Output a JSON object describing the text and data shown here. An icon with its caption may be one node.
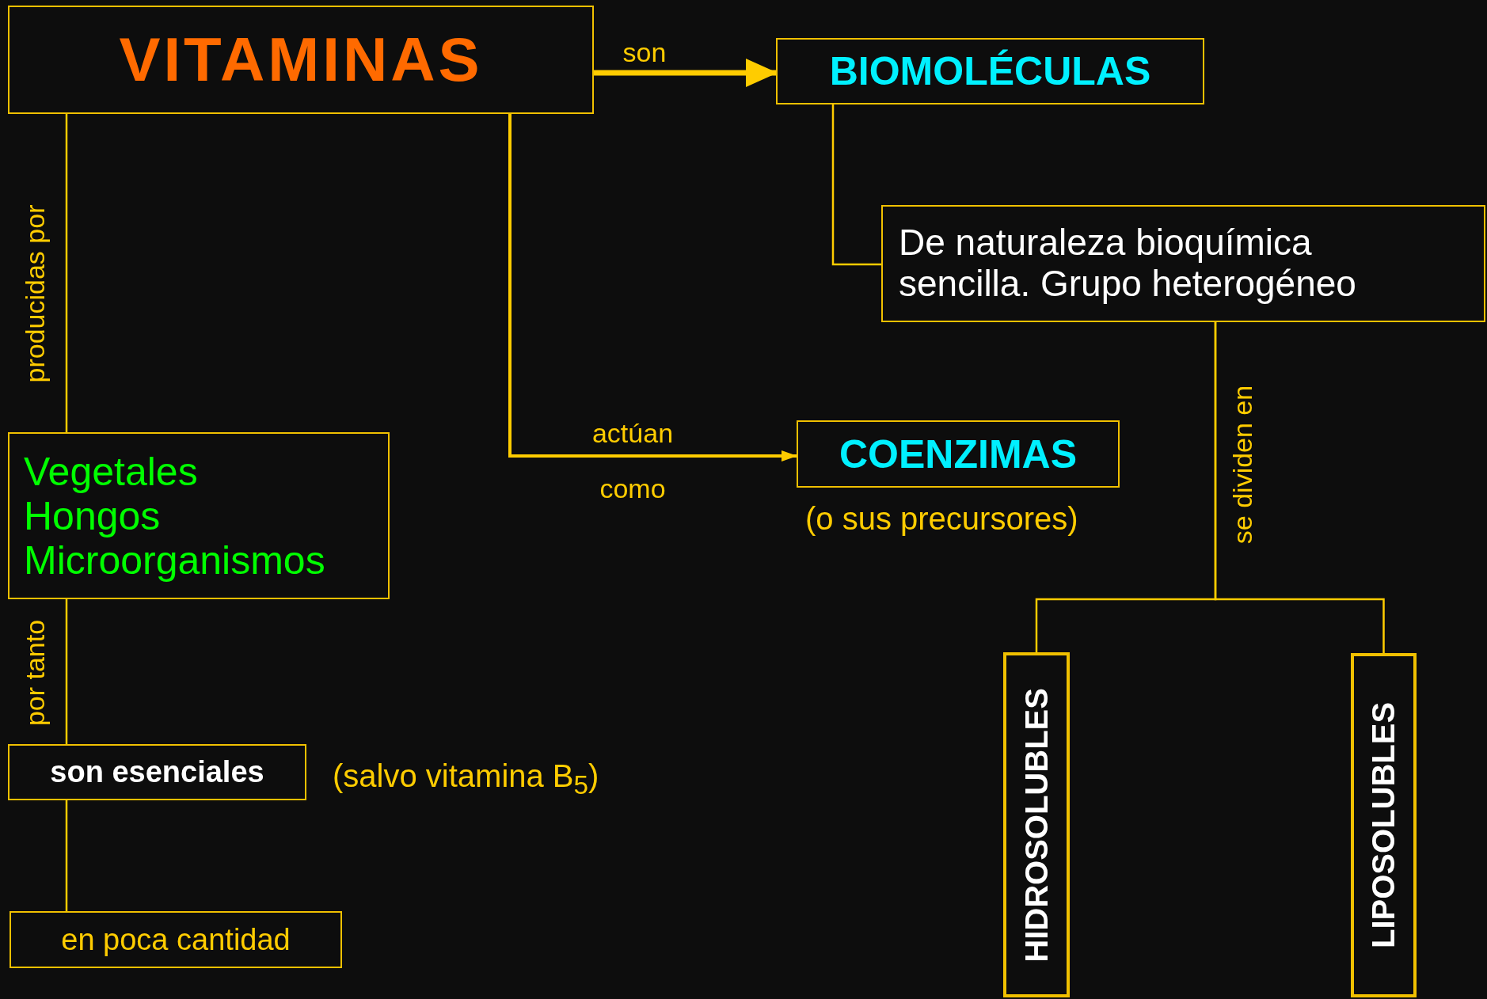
{
  "diagram": {
    "nodes": [
      {
        "text": [
          "VITAMINAS"
        ]
      },
      {
        "text": [
          "BIOMOLÉCULAS"
        ]
      },
      {
        "text": [
          "De naturaleza bioquímica sencilla. Grupo heterogéneo"
        ]
      },
      {
        "text": [
          "Vegetales",
          "Hongos",
          "Microorganismos"
        ]
      },
      {
        "text": [
          "COENZIMAS"
        ],
        "beside": [
          "(o sus precursores)"
        ]
      },
      {
        "text": [
          "son esenciales"
        ],
        "beside": [
          "(salvo vitamina B$_{5}$)"
        ]
      },
      {
        "text": [
          "en poca cantidad"
        ]
      },
      {
        "text": [
          "HIDROSOLUBLES"
        ]
      },
      {
        "text": [
          "LIPOSOLUBLES"
        ]
      }
    ],
    "edges": [
      {
        "from": 0,
        "to": 1,
        "arrow": "to",
        "label": "son",
        "style": "thick"
      },
      {
        "from": 0,
        "to": 4,
        "arrow": "to",
        "label": "actúan como"
      },
      {
        "from": 0,
        "to": 3,
        "arrow": "none",
        "label": "producidas por"
      },
      {
        "from": 1,
        "to": 2,
        "arrow": "none"
      },
      {
        "from": 3,
        "to": 5,
        "arrow": "none",
        "label": "por tanto"
      },
      {
        "from": 5,
        "to": 6,
        "arrow": "none"
      },
      {
        "from": 2,
        "to": 7,
        "arrow": "none",
        "label": "se dividen en"
      },
      {
        "from": 2,
        "to": 8,
        "arrow": "none"
      }
    ]
  }
}
